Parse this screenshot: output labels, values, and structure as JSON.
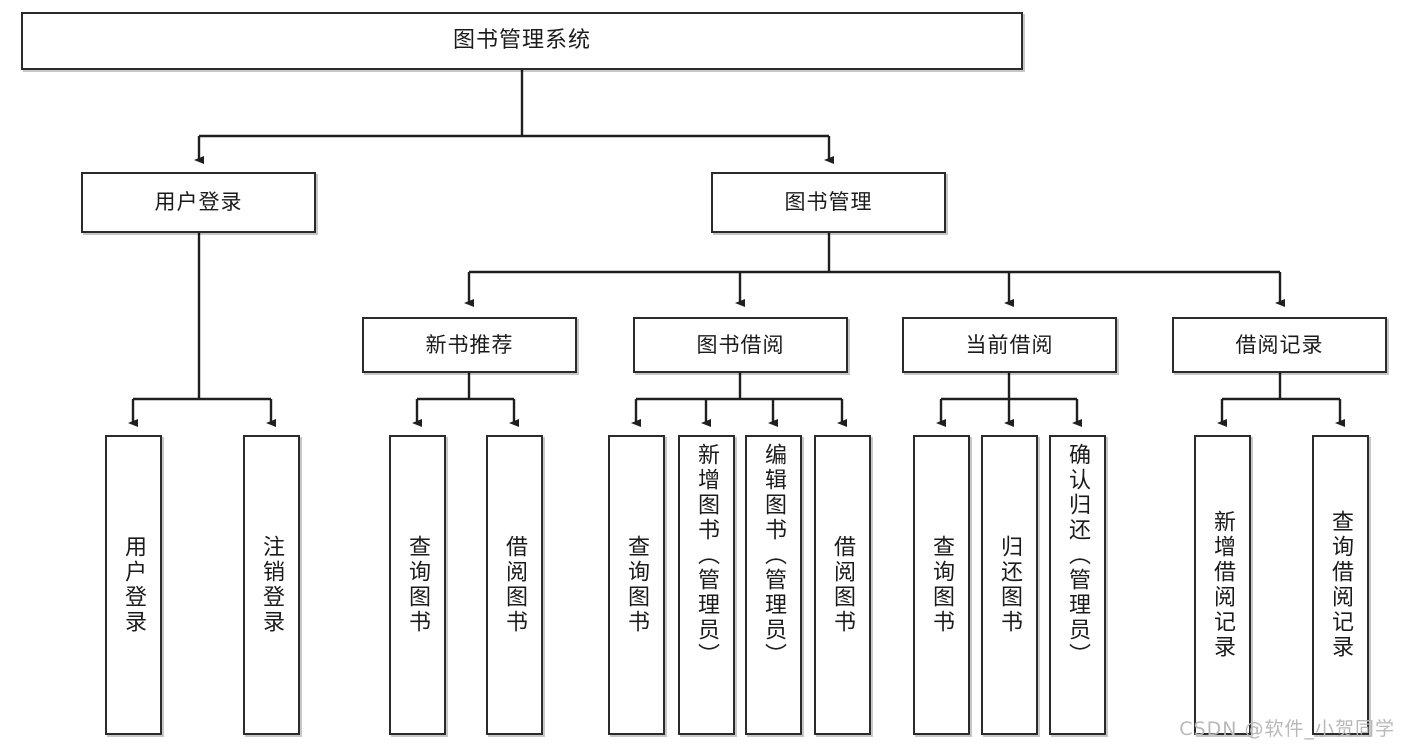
{
  "diagram": {
    "type": "tree",
    "title": "图书管理系统",
    "orientation": "top-down",
    "colors": {
      "box_border": "#2b2b2b",
      "box_fill": "#ffffff",
      "connector": "#1f1f1f",
      "text": "#1b1b1b",
      "watermark": "#b9b9b9"
    },
    "root": {
      "label": "图书管理系统",
      "level": 1
    },
    "level2": [
      {
        "label": "用户登录",
        "level": 2
      },
      {
        "label": "图书管理",
        "level": 2
      }
    ],
    "level3": [
      {
        "label": "新书推荐",
        "level": 3,
        "parent": "图书管理"
      },
      {
        "label": "图书借阅",
        "level": 3,
        "parent": "图书管理"
      },
      {
        "label": "当前借阅",
        "level": 3,
        "parent": "图书管理"
      },
      {
        "label": "借阅记录",
        "level": 3,
        "parent": "图书管理"
      }
    ],
    "leaves": [
      {
        "label": "用户登录",
        "parent": "用户登录",
        "align": "center"
      },
      {
        "label": "注销登录",
        "parent": "用户登录",
        "align": "center"
      },
      {
        "label": "查询图书",
        "parent": "新书推荐",
        "align": "center"
      },
      {
        "label": "借阅图书",
        "parent": "新书推荐",
        "align": "center"
      },
      {
        "label": "查询图书",
        "parent": "图书借阅",
        "align": "center"
      },
      {
        "label": "新增图书（管理员）",
        "parent": "图书借阅",
        "align": "top"
      },
      {
        "label": "编辑图书（管理员）",
        "parent": "图书借阅",
        "align": "top"
      },
      {
        "label": "借阅图书",
        "parent": "图书借阅",
        "align": "center"
      },
      {
        "label": "查询图书",
        "parent": "当前借阅",
        "align": "center"
      },
      {
        "label": "归还图书",
        "parent": "当前借阅",
        "align": "center"
      },
      {
        "label": "确认归还（管理员）",
        "parent": "当前借阅",
        "align": "top"
      },
      {
        "label": "新增借阅记录",
        "parent": "借阅记录",
        "align": "center"
      },
      {
        "label": "查询借阅记录",
        "parent": "借阅记录",
        "align": "center"
      }
    ],
    "watermark": "CSDN @软件_小贺同学"
  }
}
